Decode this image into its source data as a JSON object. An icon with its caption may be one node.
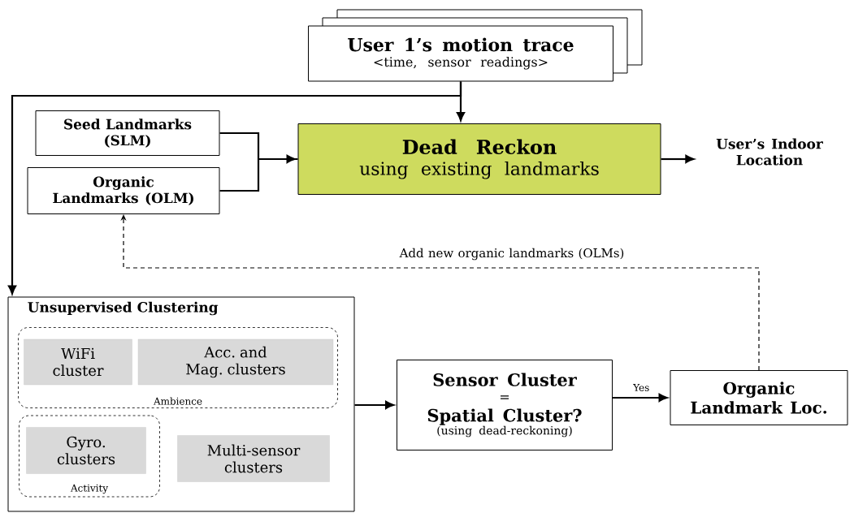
{
  "diagram": {
    "nodes": [
      {
        "text": [
          "User 1’s motion trace",
          "<time, sensor readings>"
        ]
      },
      {
        "text": [
          "Seed Landmarks (SLM)"
        ]
      },
      {
        "text": [
          "Organic Landmarks (OLM)"
        ]
      },
      {
        "text": [
          "Dead Reckon",
          "using existing landmarks"
        ]
      },
      {
        "text": [
          "User’s Indoor Location"
        ]
      },
      {
        "text": [
          "Unsupervised Clustering"
        ]
      },
      {
        "text": [
          "Ambience"
        ],
        "in": 5
      },
      {
        "text": [
          "WiFi cluster"
        ],
        "in": 6
      },
      {
        "text": [
          "Acc. and Mag. clusters"
        ],
        "in": 6
      },
      {
        "text": [
          "Activity"
        ],
        "in": 5
      },
      {
        "text": [
          "Gyro. clusters"
        ],
        "in": 9
      },
      {
        "text": [
          "Multi-sensor clusters"
        ],
        "in": 5
      },
      {
        "text": [
          "Sensor Cluster",
          "=",
          "Spatial Cluster?",
          "(using dead-reckoning)"
        ]
      },
      {
        "text": [
          "Organic Landmark Loc."
        ]
      }
    ],
    "edges": [
      {
        "from": 0,
        "to": 3,
        "arrow": "to"
      },
      {
        "from": 0,
        "to": 5,
        "arrow": "to"
      },
      {
        "from": 1,
        "to": 3,
        "arrow": "to"
      },
      {
        "from": 2,
        "to": 3,
        "arrow": "to"
      },
      {
        "from": 3,
        "to": 4,
        "arrow": "to"
      },
      {
        "from": 5,
        "to": 12,
        "arrow": "to"
      },
      {
        "from": 12,
        "to": 13,
        "arrow": "to",
        "label": "Yes"
      },
      {
        "from": 13,
        "to": 2,
        "arrow": "to",
        "style": "dashed",
        "label": "Add new organic landmarks (OLMs)"
      }
    ]
  }
}
